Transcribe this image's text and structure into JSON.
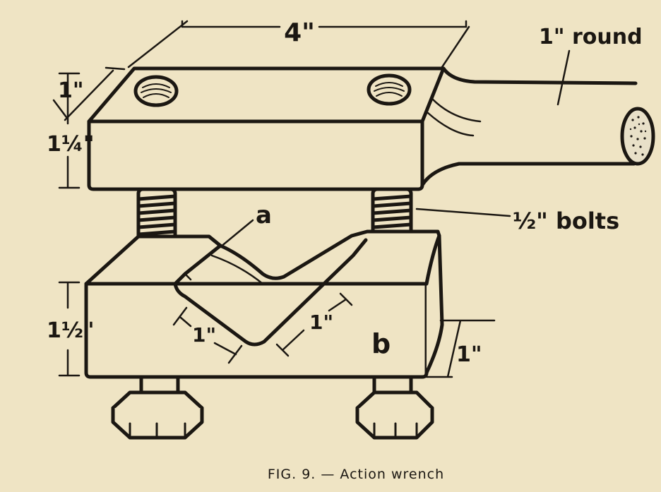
{
  "labels": {
    "length_top": "4\"",
    "round": "1\" round",
    "width_top": "1\"",
    "height_top": "1¼\"",
    "part_a": "a",
    "bolts": "½\" bolts",
    "height_bottom": "1½\"",
    "vee_left": "1\"",
    "vee_right": "1\"",
    "part_b": "b",
    "depth_bottom": "1\""
  },
  "caption": "FIG. 9. — Action wrench",
  "colors": {
    "paper": "#efe4c4",
    "ink": "#1b1712"
  }
}
